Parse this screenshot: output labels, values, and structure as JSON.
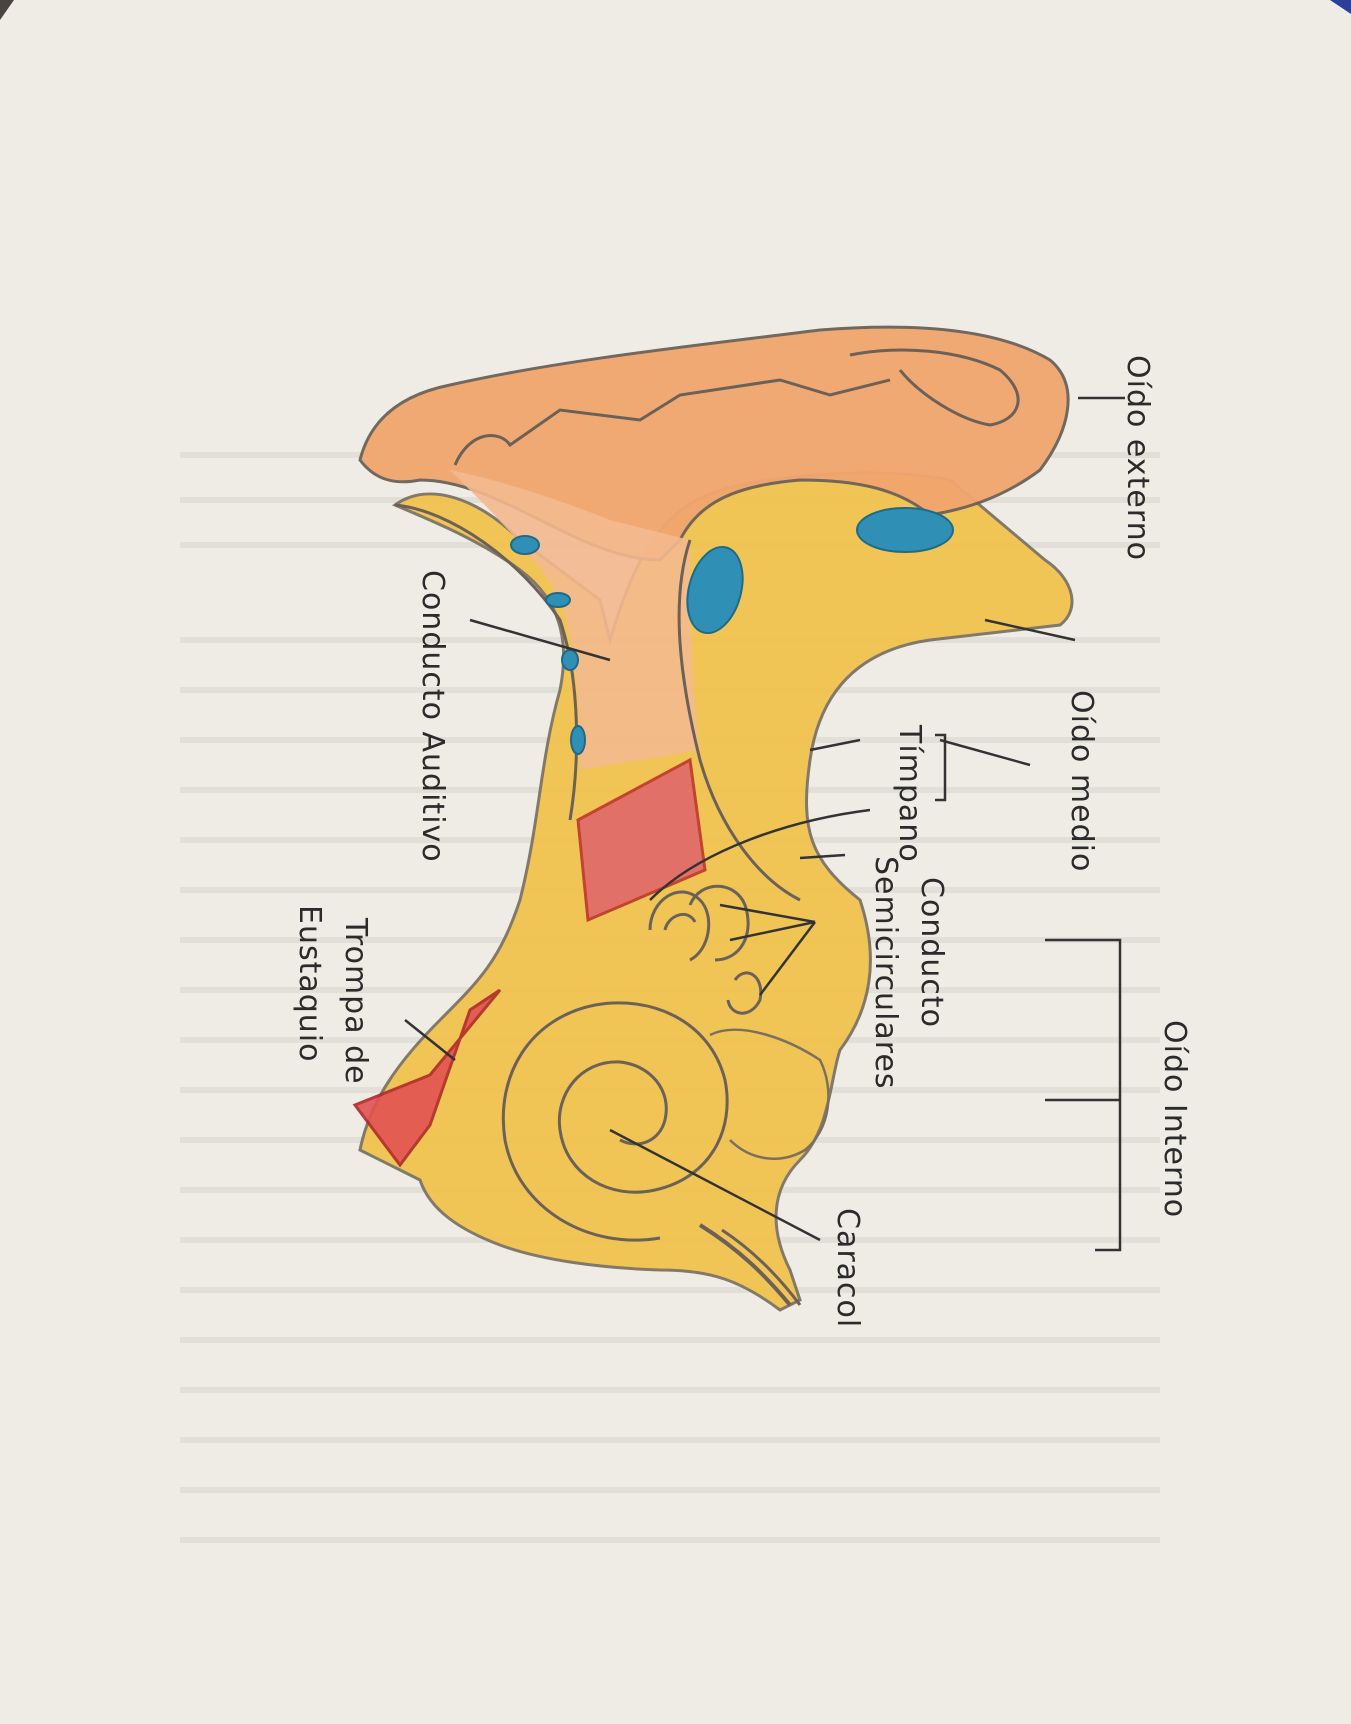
{
  "diagram": {
    "labels": {
      "oido_externo": "Oído externo",
      "conducto_auditivo": "Conducto Auditivo",
      "oido_medio": "Oído medio",
      "timpano": "Tímpano",
      "conducto_semicirculares_1": "Conducto",
      "conducto_semicirculares_2": "Semicirculares",
      "oido_interno": "Oído Interno",
      "trompa_1": "Trompa de",
      "trompa_2": "Eustaquio",
      "caracol": "Caracol"
    },
    "colors": {
      "paper": "#efece6",
      "outer_ear": "#f2a66e",
      "canal": "#f3b98e",
      "bone": "#f1c24a",
      "eardrum": "#e06a6a",
      "blue_spot": "#2f8fb5",
      "pencil": "#555555"
    }
  }
}
